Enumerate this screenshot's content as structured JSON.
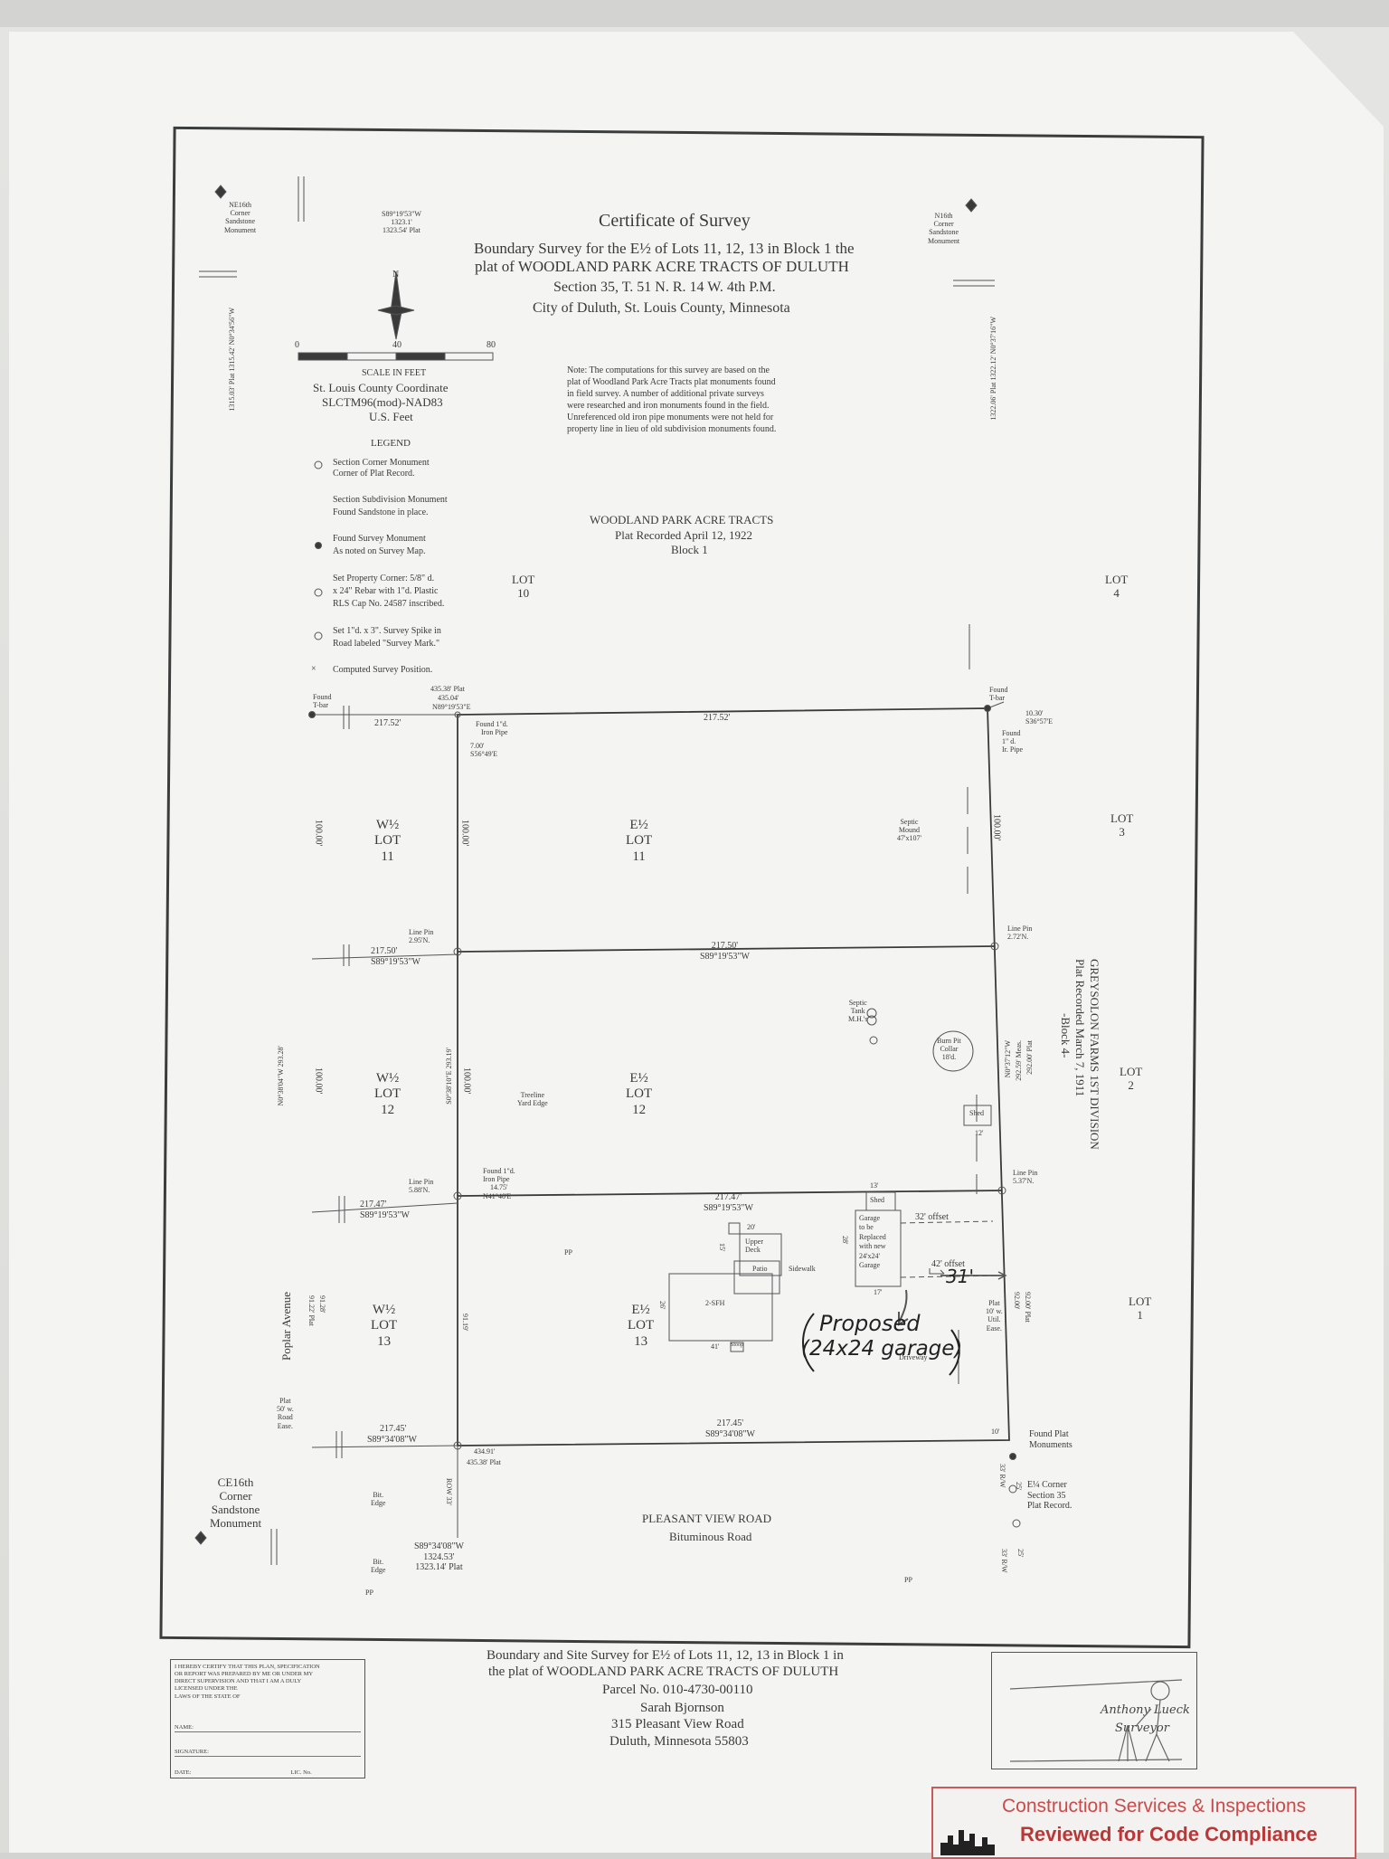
{
  "title": {
    "heading": "Certificate of Survey",
    "line1": "Boundary Survey for the E½ of Lots 11, 12, 13 in Block 1 the",
    "line2": "plat of WOODLAND PARK ACRE TRACTS OF DULUTH",
    "line3": "Section 35, T. 51 N. R. 14 W. 4th P.M.",
    "line4": "City of Duluth, St. Louis County, Minnesota"
  },
  "note": [
    "Note: The computations for this survey are based on the",
    "plat of Woodland Park Acre Tracts plat monuments found",
    "in field survey. A number of additional private surveys",
    "were researched and iron monuments found in the field.",
    "Unreferenced old iron pipe monuments were not held for",
    "property line in lieu of old subdivision monuments found."
  ],
  "scale": {
    "ticks": [
      "0",
      "40",
      "80"
    ],
    "label": "SCALE IN FEET",
    "coord1": "St. Louis County Coordinate",
    "coord2": "SLCTM96(mod)-NAD83",
    "coord3": "U.S. Feet",
    "north": "N"
  },
  "legend": {
    "title": "LEGEND",
    "items": [
      {
        "l1": "Section Corner Monument",
        "l2": "Corner of Plat Record."
      },
      {
        "l1": "Section Subdivision Monument",
        "l2": "Found Sandstone in place."
      },
      {
        "l1": "Found Survey Monument",
        "l2": "As noted on Survey Map."
      },
      {
        "l1": "Set Property Corner: 5/8\" d.",
        "l2": "x 24\" Rebar with 1\"d. Plastic",
        "l3": "RLS Cap No. 24587 inscribed."
      },
      {
        "l1": "Set 1\"d. x 3\". Survey Spike in",
        "l2": "Road labeled \"Survey Mark.\""
      },
      {
        "l1": "Computed Survey Position."
      }
    ]
  },
  "corners": {
    "ne16_l1": "NE16th",
    "ne16_l2": "Corner",
    "ne16_l3": "Sandstone",
    "ne16_l4": "Monument",
    "n16_l1": "N16th",
    "n16_l2": "Corner",
    "n16_l3": "Sandstone",
    "n16_l4": "Monument",
    "ce16_l1": "CE16th",
    "ce16_l2": "Corner",
    "ce16_l3": "Sandstone",
    "ce16_l4": "Monument",
    "top_bearing1": "S89°19'53\"W",
    "top_bearing2": "1323.1'",
    "top_bearing3": "1323.54' Plat",
    "left_vert": "1315.03' Plat 1315.42' N0°34'56\"W",
    "right_vert": "1322.06' Plat 1322.12' N0°37'16\"W"
  },
  "plat": {
    "name": "WOODLAND PARK ACRE TRACTS",
    "recorded": "Plat Recorded April 12, 1922",
    "block": "Block 1"
  },
  "lots": {
    "lot10_a": "LOT",
    "lot10_b": "10",
    "lot4_a": "LOT",
    "lot4_b": "4",
    "lot3_a": "LOT",
    "lot3_b": "3",
    "lot2_a": "LOT",
    "lot2_b": "2",
    "lot1_a": "LOT",
    "lot1_b": "1",
    "w11_a": "W½",
    "w11_b": "LOT",
    "w11_c": "11",
    "w12_a": "W½",
    "w12_b": "LOT",
    "w12_c": "12",
    "w13_a": "W½",
    "w13_b": "LOT",
    "w13_c": "13",
    "e11_a": "E½",
    "e11_b": "LOT",
    "e11_c": "11",
    "e12_a": "E½",
    "e12_b": "LOT",
    "e12_c": "12",
    "e13_a": "E½",
    "e13_b": "LOT",
    "e13_c": "13"
  },
  "dims": {
    "top_left_217": "217.52'",
    "top_217": "217.52'",
    "top_435a": "435.38' Plat",
    "top_435b": "435.04'",
    "top_435c": "N89°19'53\"E",
    "found_pipe_a": "Found 1\"d.",
    "found_pipe_b": "Iron Pipe",
    "found_pipe_c": "7.00'",
    "found_pipe_d": "S56°49'E",
    "found_tbar_left_a": "Found",
    "found_tbar_left_b": "T-bar",
    "found_tbar_right_a": "Found",
    "found_tbar_right_b": "T-bar",
    "tbar_offset_a": "10.30'",
    "tbar_offset_b": "S36°57'E",
    "found_pipe_right_a": "Found",
    "found_pipe_right_b": "1\" d.",
    "found_pipe_right_c": "Ir. Pipe",
    "v100_a": "100.00'",
    "v100_b": "100.00'",
    "v100_c": "100.00'",
    "v100_d": "100.00'",
    "v100_e": "100.00'",
    "line_pin_l1_a": "Line Pin",
    "line_pin_l1_b": "2.95'N.",
    "line_pin_r1_a": "Line Pin",
    "line_pin_r1_b": "2.72'N.",
    "mid1_left_a": "217.50'",
    "mid1_left_b": "S89°19'53\"W",
    "mid1_a": "217.50'",
    "mid1_b": "S89°19'53\"W",
    "septic_mound_a": "Septic",
    "septic_mound_b": "Mound",
    "septic_mound_c": "47'x107'",
    "septic_tank_a": "Septic",
    "septic_tank_b": "Tank",
    "septic_tank_c": "M.H.'s",
    "burn_pit_a": "Burn Pit",
    "burn_pit_b": "Collar",
    "burn_pit_c": "18'd.",
    "v_left_293": "N0°38'04\"W 293.28'",
    "v_mid_293": "S0°38'10\"E 293.19'",
    "v_right_293a": "292.00' Plat",
    "v_right_293b": "292.59' Meas.",
    "v_right_293c": "N0°37'12\"W",
    "treeline_a": "Treeline",
    "treeline_b": "Yard Edge",
    "shed1": "Shed",
    "shed1_dim": "12'",
    "found_pipe2_a": "Found 1\"d.",
    "found_pipe2_b": "Iron Pipe",
    "found_pipe2_c": "14.75'",
    "found_pipe2_d": "N41°40'E",
    "line_pin_l2_a": "Line Pin",
    "line_pin_l2_b": "5.88'N.",
    "line_pin_r2_a": "Line Pin",
    "line_pin_r2_b": "5.37'N.",
    "mid2_left_a": "217.47'",
    "mid2_left_b": "S89°19'53\"W",
    "mid2_a": "217.47'",
    "mid2_b": "S89°19'53\"W",
    "shed2": "Shed",
    "shed2_dim": "13'",
    "garage_a": "Garage",
    "garage_b": "to be",
    "garage_c": "Replaced",
    "garage_d": "with new",
    "garage_e": "24'x24'",
    "garage_f": "Garage",
    "garage_dim_w": "17'",
    "garage_dim_h": "28'",
    "offset32": "32' offset",
    "offset42": "42' offset",
    "hand31": "31'",
    "deck_a": "Upper",
    "deck_b": "Deck",
    "deck_w": "20'",
    "deck_h": "15'",
    "patio": "Patio",
    "sidewalk": "Sidewalk",
    "house": "2-SFH",
    "house_w": "41'",
    "house_h": "26'",
    "stoop": "Stoop",
    "driveway": "Driveway",
    "pp1": "PP",
    "pp2": "PP",
    "pp3": "PP",
    "v91_a": "91.28'",
    "v91_b": "91.22' Plat",
    "v91_c": "91.19'",
    "v92_a": "92.00' Plat",
    "v92_b": "92.00'",
    "plat_util_a": "Plat",
    "plat_util_b": "10' w.",
    "plat_util_c": "Util.",
    "plat_util_d": "Ease.",
    "plat_road_a": "Plat",
    "plat_road_b": "50' w.",
    "plat_road_c": "Road",
    "plat_road_d": "Ease.",
    "poplar": "Poplar Avenue",
    "bot_left_a": "217.45'",
    "bot_left_b": "S89°34'08\"W",
    "bot_a": "217.45'",
    "bot_b": "S89°34'08\"W",
    "bot_10": "10'",
    "bot_434a": "434.91'",
    "bot_434b": "435.38' Plat",
    "row_left": "ROW 33'",
    "bit_edge1_a": "Bit.",
    "bit_edge1_b": "Edge",
    "bit_edge2_a": "Bit.",
    "bit_edge2_b": "Edge",
    "bot_bear_a": "S89°34'08\"W",
    "bot_bear_b": "1324.53'",
    "bot_bear_c": "1323.14' Plat",
    "found_plat_a": "Found Plat",
    "found_plat_b": "Monuments",
    "e14_a": "E¼ Corner",
    "e14_b": "Section 35",
    "e14_c": "Plat Record.",
    "rw1": "33' R/W",
    "rw1b": "25'",
    "rw2": "33' R/W",
    "rw2b": "25'",
    "pleasant_a": "PLEASANT VIEW ROAD",
    "pleasant_b": "Bituminous Road",
    "greysolon_a": "GREYSOLON FARMS 1ST DIVISION",
    "greysolon_b": "Plat Recorded March 7, 1911",
    "greysolon_c": "-Block 4-"
  },
  "handwriting": {
    "proposed1": "Proposed",
    "proposed2": "(24x24 garage)"
  },
  "footer": {
    "line1": "Boundary and Site Survey for E½ of Lots 11, 12, 13 in Block 1 in",
    "line2": "the plat of WOODLAND PARK ACRE TRACTS OF DULUTH",
    "line3": "Parcel No. 010-4730-00110",
    "line4": "Sarah Bjornson",
    "line5": "315 Pleasant View Road",
    "line6": "Duluth, Minnesota 55803"
  },
  "cert": {
    "text1": "I HEREBY CERTIFY THAT THIS PLAN, SPECIFICATION",
    "text2": "OR REPORT WAS PREPARED BY ME OR UNDER MY",
    "text3": "DIRECT SUPERVISION AND THAT I AM A DULY",
    "text4": "LICENSED                          UNDER THE",
    "text5": "LAWS OF THE STATE OF",
    "name": "NAME:",
    "signature": "SIGNATURE:",
    "date": "DATE:",
    "lic": "LIC. No."
  },
  "logo": {
    "name": "Anthony Lueck",
    "role": "Surveyor"
  },
  "stamp": {
    "line1": "Construction Services & Inspections",
    "line2": "Reviewed for Code Compliance"
  },
  "colors": {
    "ink": "#3a3a3a",
    "paper": "#f4f4f2",
    "stamp_red": "#c94b4b"
  }
}
